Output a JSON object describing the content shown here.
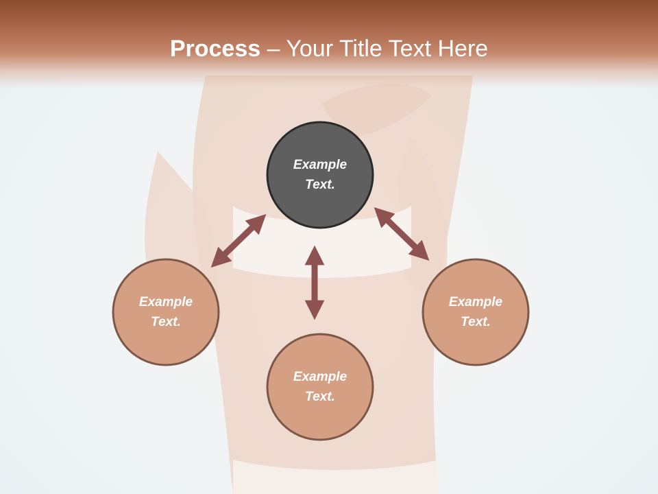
{
  "slide": {
    "title_bold": "Process",
    "title_rest": " – Your Title Text Here"
  },
  "nodes": {
    "center": {
      "line1": "Example",
      "line2": "Text."
    },
    "left": {
      "line1": "Example",
      "line2": "Text."
    },
    "bottom": {
      "line1": "Example",
      "line2": "Text."
    },
    "right": {
      "line1": "Example",
      "line2": "Text."
    }
  },
  "colors": {
    "title_bar": "#a9664a",
    "center_fill": "#5f5f5f",
    "node_fill": "#d59f84",
    "node_stroke": "#7d5748",
    "arrow": "#8e5250"
  },
  "background": {
    "description_icon": "torso-photo"
  }
}
